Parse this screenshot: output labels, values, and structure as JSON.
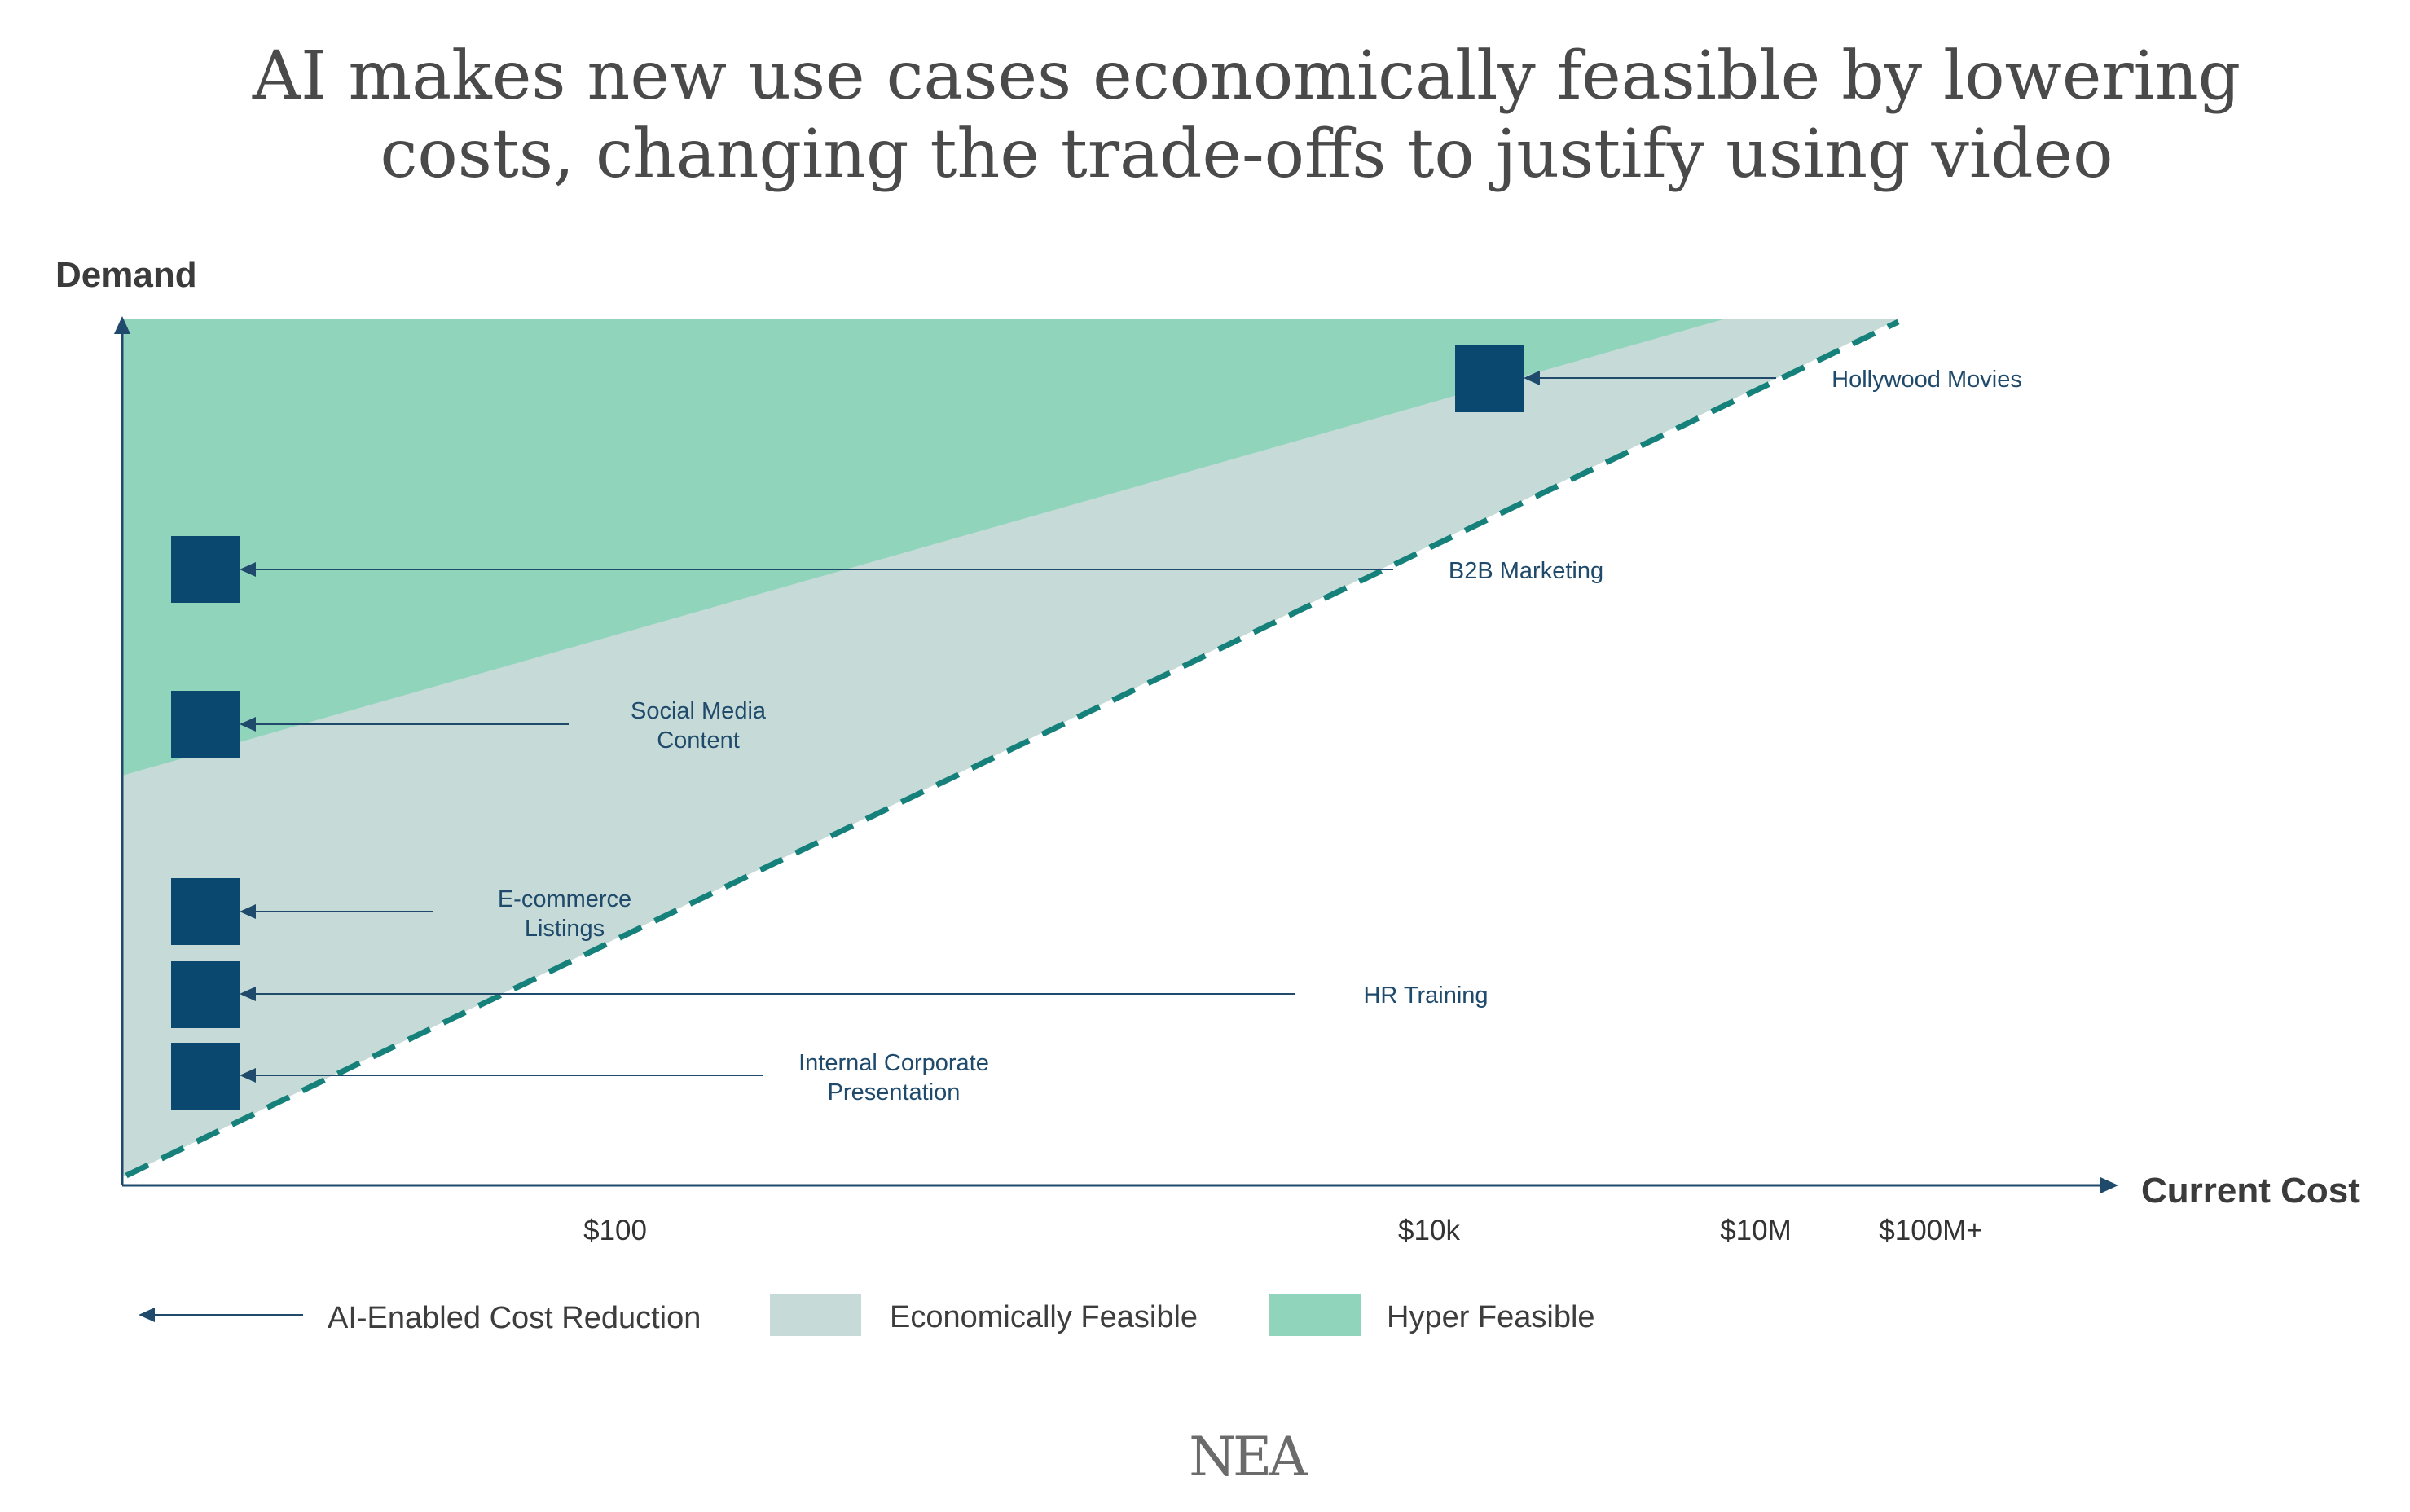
{
  "title": {
    "line1": "AI makes new use cases economically feasible by lowering",
    "line2": "costs, changing the trade-offs to justify using video"
  },
  "axes": {
    "y_label": "Demand",
    "x_label": "Current Cost",
    "x_ticks": [
      "$100",
      "$10k",
      "$10M",
      "$100M+"
    ]
  },
  "use_cases": [
    {
      "id": "hollywood",
      "lines": [
        "Hollywood Movies"
      ]
    },
    {
      "id": "b2b",
      "lines": [
        "B2B Marketing"
      ]
    },
    {
      "id": "social",
      "lines": [
        "Social Media",
        "Content"
      ]
    },
    {
      "id": "ecommerce",
      "lines": [
        "E-commerce",
        "Listings"
      ]
    },
    {
      "id": "hr",
      "lines": [
        "HR Training"
      ]
    },
    {
      "id": "internal",
      "lines": [
        "Internal Corporate",
        "Presentation"
      ]
    }
  ],
  "legend": {
    "arrow_label": "AI-Enabled Cost Reduction",
    "economic_label": "Economically Feasible",
    "hyper_label": "Hyper Feasible"
  },
  "logo": {
    "text": "NEA"
  },
  "colors": {
    "hyper_feasible": "#91d4bc",
    "economically_feasible": "#c6dbd7",
    "boundary": "#16807a",
    "marker": "#0b4870",
    "axis": "#1f4a6b"
  }
}
